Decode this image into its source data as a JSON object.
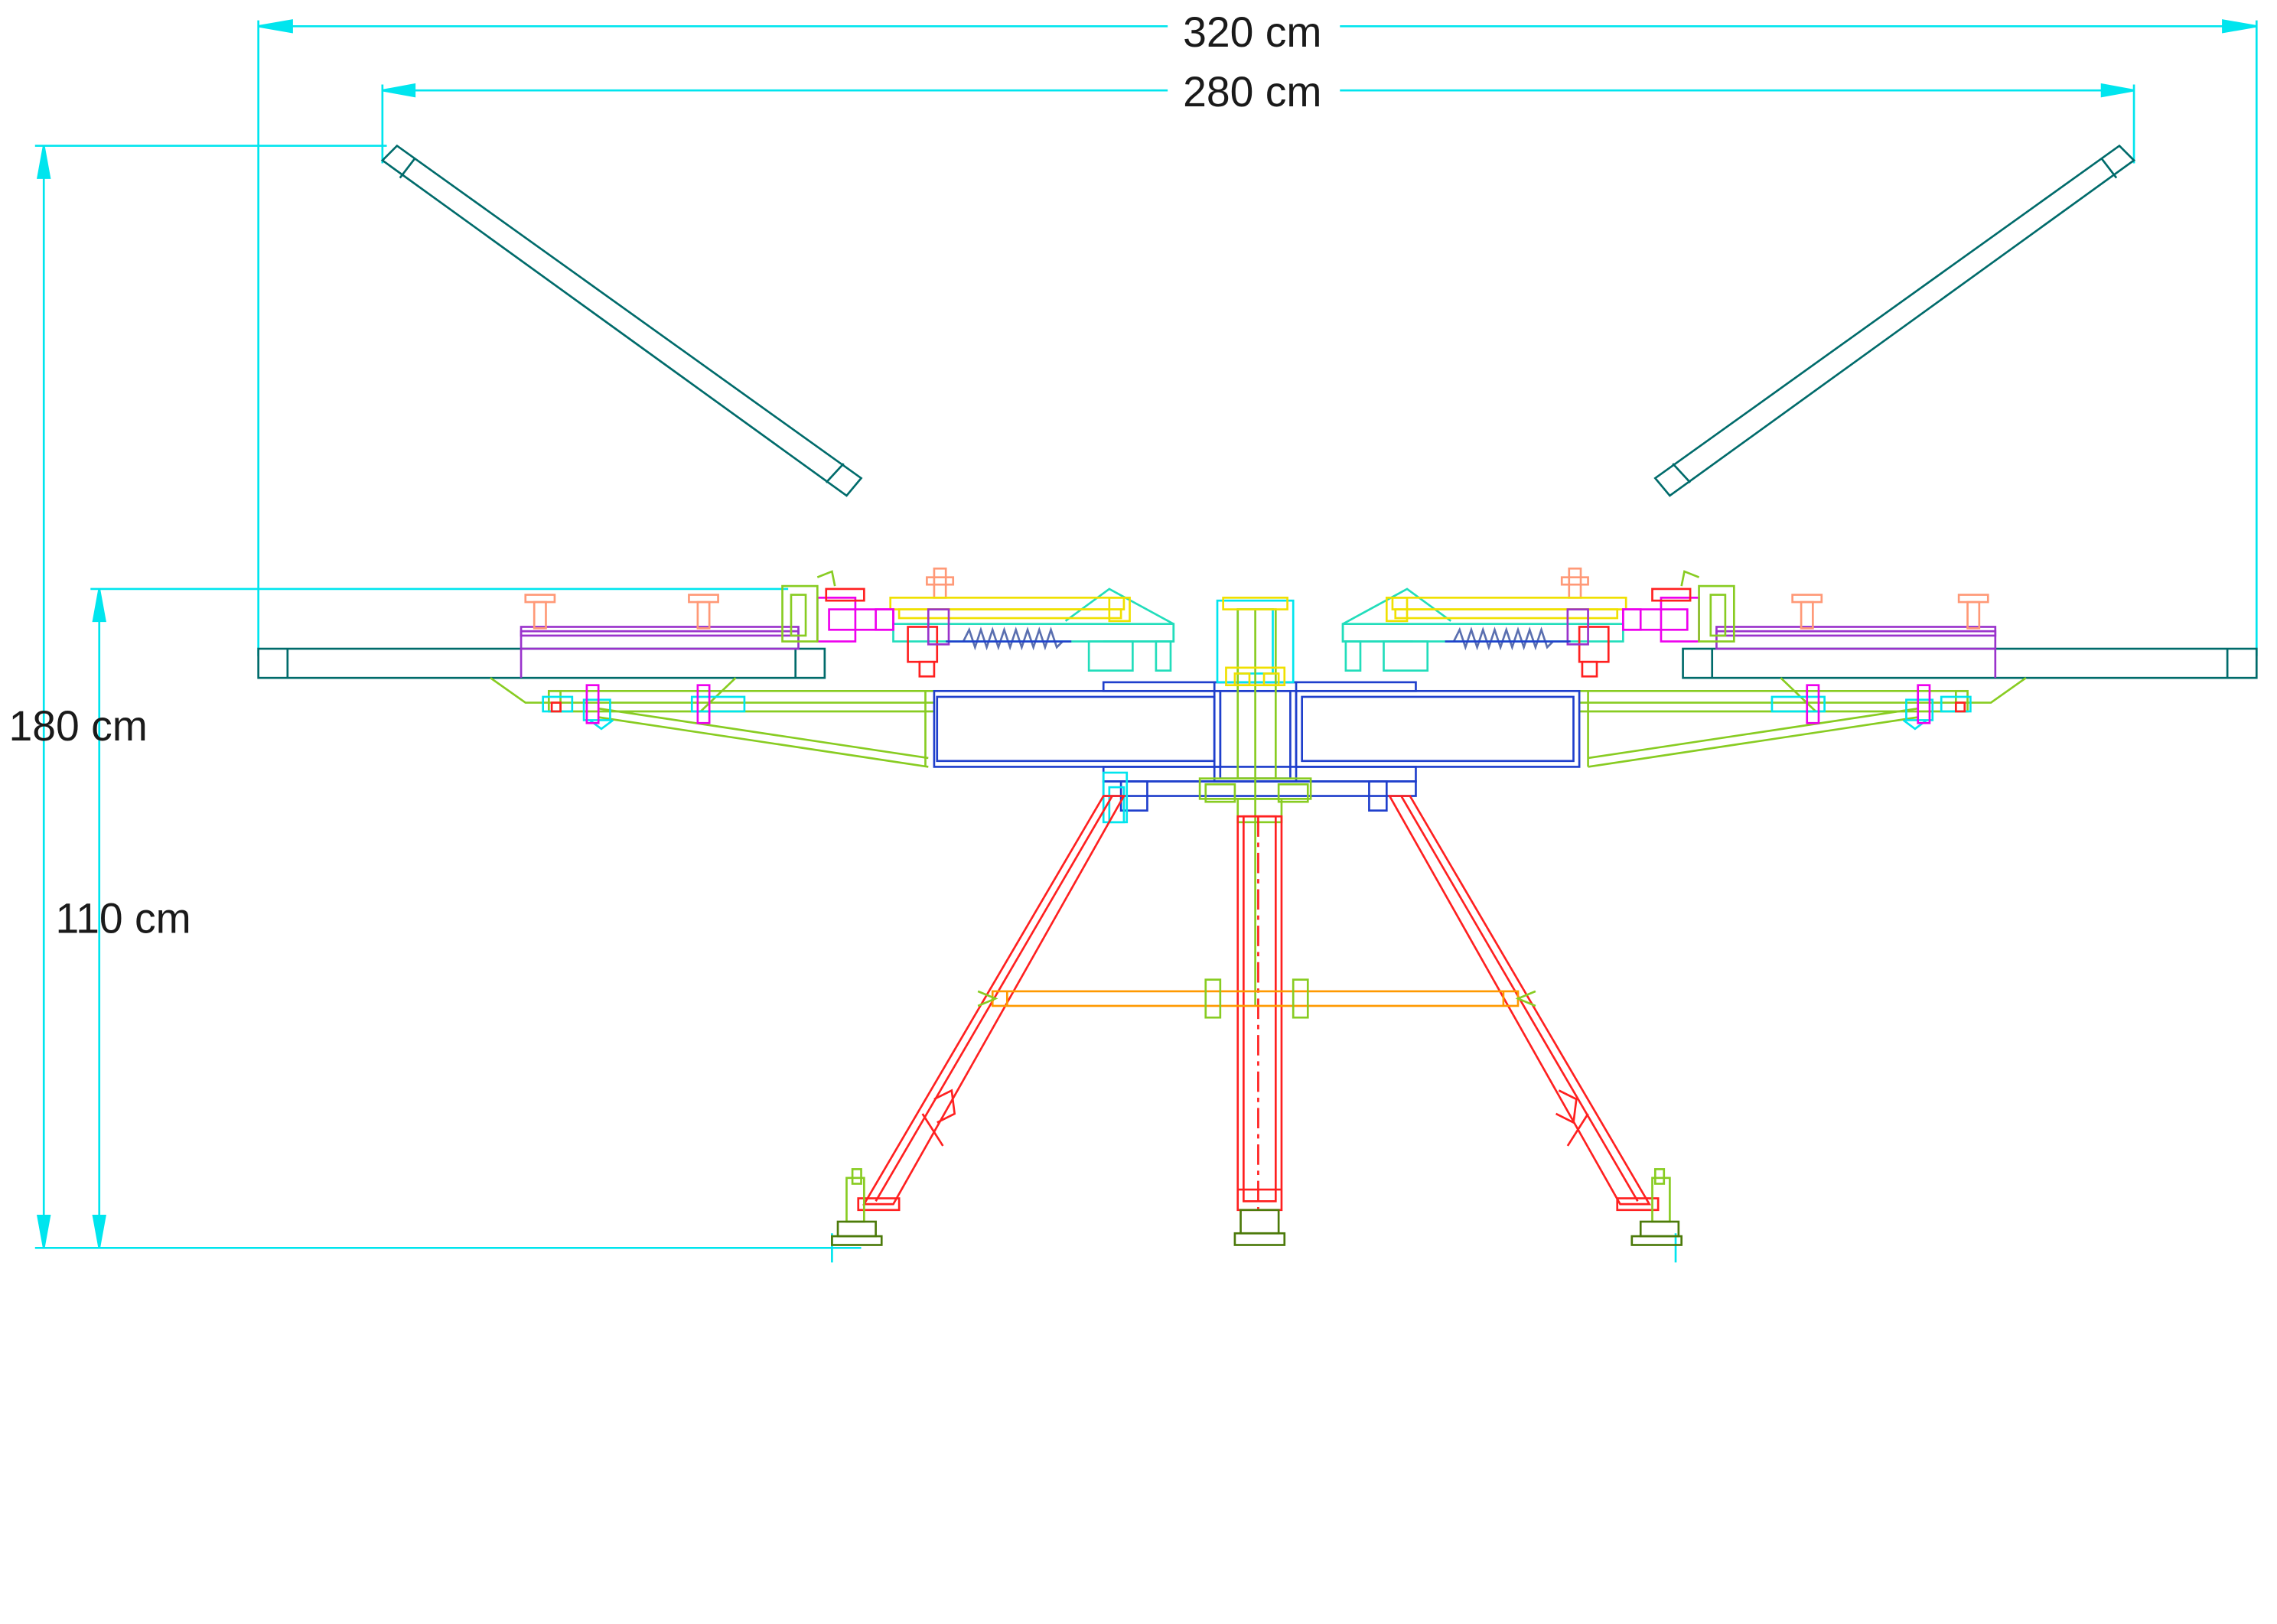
{
  "dimensions": {
    "overall_width": "320 cm",
    "screen_width": "280 cm",
    "overall_height": "180 cm",
    "table_height": "110 cm"
  },
  "colors": {
    "dimension": "#00e5ee",
    "pallet": "#006b6b",
    "arm": "#88cc22",
    "hub": "#1f3fcc",
    "leg": "#ff2020",
    "brace": "#ff9900",
    "clamp_yellow": "#f0e000",
    "clamp_magenta": "#ee00ee",
    "clamp_purple": "#9a33cc",
    "knob": "#ff9977",
    "foot": "#4c7a0a",
    "mech_cyan": "#22ddbb"
  }
}
